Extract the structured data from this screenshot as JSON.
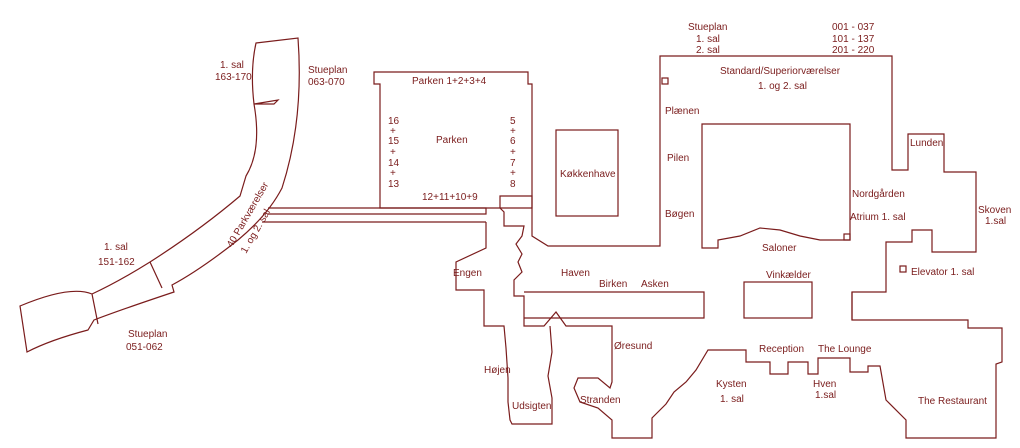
{
  "colors": {
    "line": "#7a1c1c",
    "background": "#ffffff"
  },
  "park_wing": {
    "floor1_top": "1. sal",
    "rooms_163_170": "163-170",
    "ground_top": "Stueplan",
    "rooms_063_070": "063-070",
    "name": "40 Parkværelser",
    "floors": "1. og 2. sal",
    "floor1_mid": "1. sal",
    "rooms_151_162": "151-162",
    "ground_bottom": "Stueplan",
    "rooms_051_062": "051-062"
  },
  "parken": {
    "header": "Parken 1+2+3+4",
    "title": "Parken",
    "left_numbers": [
      "16",
      "+",
      "15",
      "+",
      "14",
      "+",
      "13"
    ],
    "right_numbers": [
      "5",
      "+",
      "6",
      "+",
      "7",
      "+",
      "8"
    ],
    "bottom": "12+11+10+9"
  },
  "legend": {
    "floors": [
      "Stueplan",
      "1. sal",
      "2. sal"
    ],
    "ranges": [
      "001 - 037",
      "101 - 137",
      "201 - 220"
    ]
  },
  "rooms": {
    "standard_title": "Standard/Superiorværelser",
    "standard_floors": "1. og 2. sal",
    "plaenen": "Plænen",
    "pilen": "Pilen",
    "bogen": "Bøgen",
    "kokkenhave": "Køkkenhave",
    "nordgaarden": "Nordgården",
    "atrium": "Atrium 1. sal",
    "saloner": "Saloner",
    "lunden": "Lunden",
    "skoven": "Skoven",
    "skoven_floor": "1.sal",
    "elevator": "Elevator 1. sal",
    "engen": "Engen",
    "haven": "Haven",
    "birken": "Birken",
    "asken": "Asken",
    "vinkaelder": "Vinkælder",
    "oresund": "Øresund",
    "hojen": "Højen",
    "udsigten": "Udsigten",
    "stranden": "Stranden",
    "kysten": "Kysten",
    "kysten_floor": "1. sal",
    "reception": "Reception",
    "the_lounge": "The Lounge",
    "hven": "Hven",
    "hven_floor": "1.sal",
    "restaurant": "The Restaurant"
  }
}
